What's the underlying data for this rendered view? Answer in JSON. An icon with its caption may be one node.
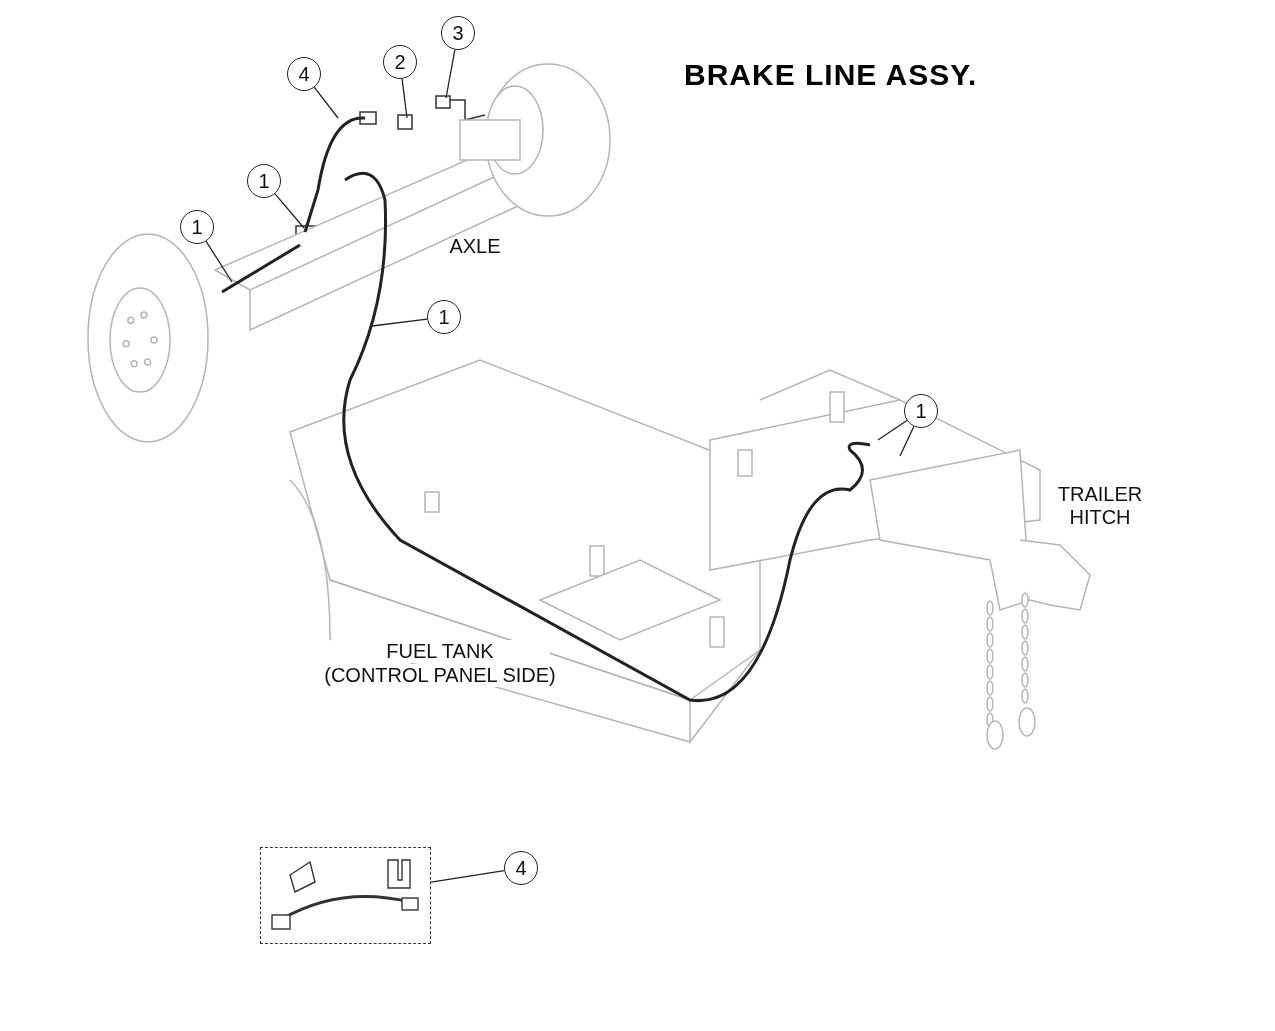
{
  "diagram": {
    "title": "BRAKE LINE ASSY.",
    "nodes": [
      {
        "text": [
          "3"
        ]
      },
      {
        "text": [
          "2"
        ]
      },
      {
        "text": [
          "4"
        ]
      },
      {
        "text": [
          "1"
        ]
      },
      {
        "text": [
          "1"
        ]
      },
      {
        "text": [
          "1"
        ]
      },
      {
        "text": [
          "1"
        ]
      },
      {
        "text": [
          "4"
        ]
      },
      {
        "text": [],
        "shape": "box"
      }
    ],
    "edges": [
      {
        "from": 0,
        "to": null,
        "arrow": "none"
      },
      {
        "from": 1,
        "to": null,
        "arrow": "none"
      },
      {
        "from": 2,
        "to": null,
        "arrow": "none"
      },
      {
        "from": 3,
        "to": null,
        "arrow": "none"
      },
      {
        "from": 4,
        "to": null,
        "arrow": "none"
      },
      {
        "from": 5,
        "to": null,
        "arrow": "none"
      },
      {
        "from": 6,
        "to": null,
        "arrow": "none"
      },
      {
        "from": 6,
        "to": null,
        "arrow": "none"
      },
      {
        "from": 7,
        "to": 8,
        "arrow": "none"
      }
    ],
    "labels": [
      "AXLE",
      "TRAILER HITCH",
      "FUEL TANK",
      "(CONTROL PANEL SIDE)"
    ]
  }
}
